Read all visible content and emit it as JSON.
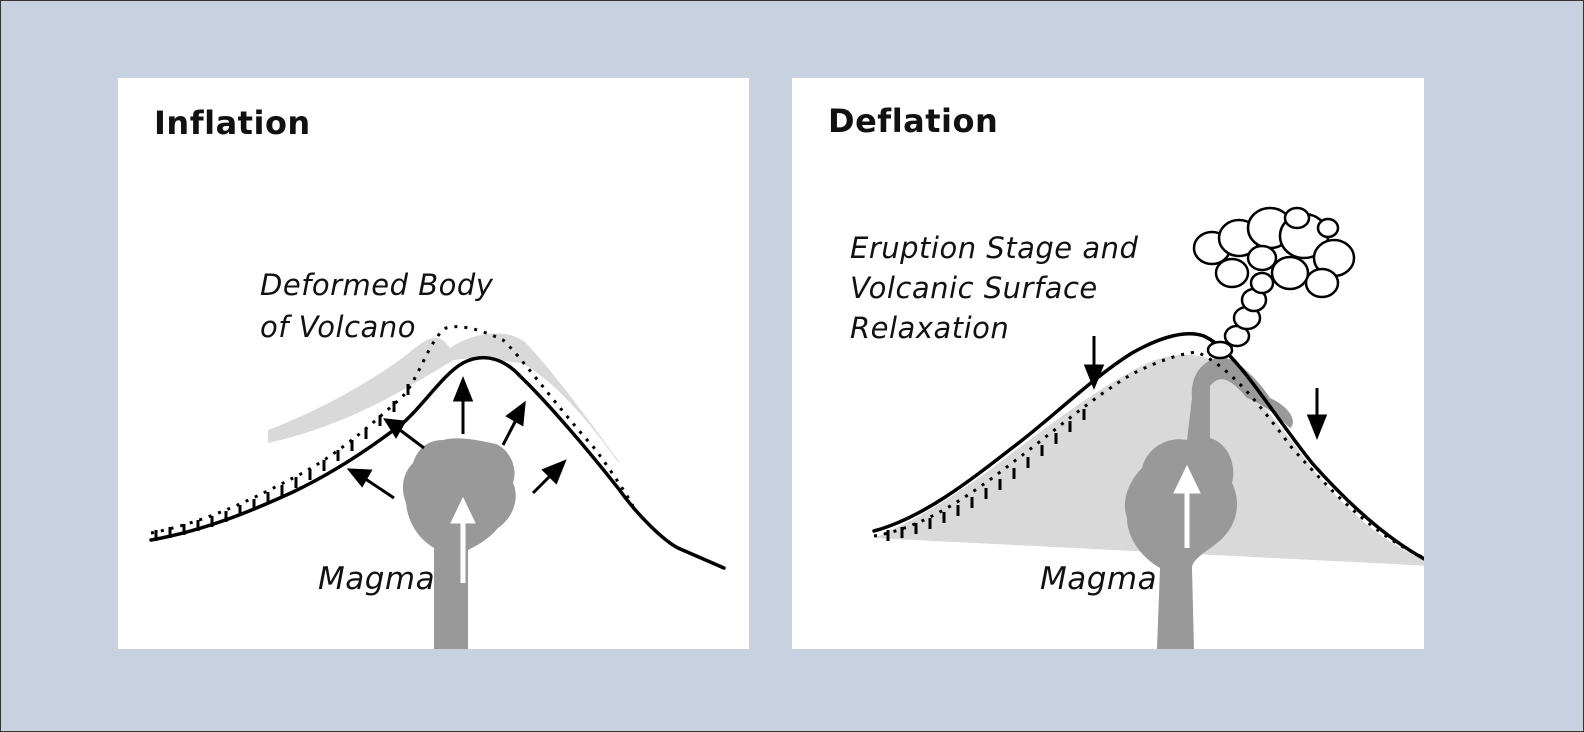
{
  "panels": {
    "inflation": {
      "title": "Inflation",
      "annotation_line1": "Deformed Body",
      "annotation_line2": "of Volcano",
      "magma_label": "Magma"
    },
    "deflation": {
      "title": "Deflation",
      "annotation_line1": "Eruption Stage and",
      "annotation_line2": "Volcanic Surface",
      "annotation_line3": "Relaxation",
      "magma_label": "Magma"
    }
  },
  "colors": {
    "background": "#c7d1e0",
    "panel": "#ffffff",
    "magma": "#999999",
    "deformed_fill": "#d9d9d9",
    "line": "#000000"
  }
}
